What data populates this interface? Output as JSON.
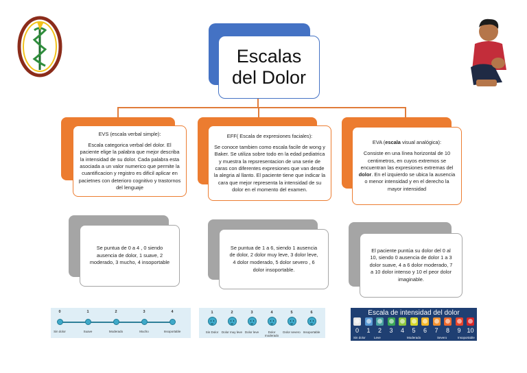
{
  "title": {
    "line1": "Escalas",
    "line2": "del Dolor"
  },
  "colors": {
    "accent": "#4472c4",
    "orange": "#ec7c30",
    "gray": "#a5a5a5"
  },
  "icons": [
    "caduceus-logo-icon",
    "child-in-pain-photo"
  ],
  "evs": {
    "heading": "EVS (escala verbal simple):",
    "description": "Escala categorica verbal del dolor. El paciente elige la palabra que mejor describa la intensidad de su dolor. Cada palabra esta asociada a un valor numerico que permite la cuantificacion y registro es dificil aplicar en pacietnes con deterioro cognitivo y trastornos del lenguaje",
    "scoring": "Se puntua de 0 a 4 , 0 siendo ausencia de dolor, 1 suave, 2 moderado, 3 mucho, 4 insoportable",
    "scale_numbers": [
      "0",
      "1",
      "2",
      "3",
      "4"
    ],
    "scale_labels": [
      "Sin dolor",
      "Suave",
      "Moderado",
      "Mucho",
      "Insoportable"
    ]
  },
  "eff": {
    "heading": "EFF( Escala de expresiones faciales):",
    "description": "Se conoce tambien como escala facile de wong y Baker. Se utiliza sobre todo en la edad pediatrica y muestra la repsresentacion de una serie de caras con diferentes expresiones que van  desde la alegria al llanto. El paciente tiene que indicar la cara que mejor representa la intensidad de su dolor en el momento del examen.",
    "scoring": "Se puntua de 1 a 6, siendo 1 ausencia de dolor, 2 dolor muy leve, 3 dolor leve, 4 dolor moderado, 5 dolor severo , 6 dolor insoportable.",
    "scale_numbers": [
      "1",
      "2",
      "3",
      "4",
      "5",
      "6"
    ],
    "scale_labels": [
      "Sin Dolor",
      "Dolor muy leve",
      "Dolor leve",
      "Dolor moderado",
      "Dolor severo",
      "Insoportable"
    ]
  },
  "eva": {
    "heading_pre": "EVA (",
    "heading_bold": "escala",
    "heading_post": " visual analógica):",
    "description_1": "Consiste en una línea horizontal de 10 centimetros, en cuyos extremos se encuentran las expresiones extremas del ",
    "description_bold": "dolor",
    "description_2": ". En el izquierdo se ubica la ausencia o menor intensidad y en el derecho la mayor intensidad",
    "scoring": "El paciente puntúa su dolor del 0 al 10, siendo 0 ausencia de dolor 1 a 3 dolor suave, 4 a 6 dolor moderado, 7 a 10 dolor intenso y 10 el peor dolor imaginable.",
    "scale_title": "Escala de intensidad del dolor",
    "scale_numbers": [
      "0",
      "1",
      "2",
      "3",
      "4",
      "5",
      "6",
      "7",
      "8",
      "9",
      "10"
    ],
    "scale_labels": [
      "Sin dolor",
      "Leve",
      "Moderado",
      "Severo",
      "Insoportable"
    ],
    "scale_colors": [
      "#e6e6e6",
      "#5b9bd5",
      "#4aa3a0",
      "#3aa657",
      "#8dc63f",
      "#d6d62a",
      "#f5b82a",
      "#f39231",
      "#ef6a2e",
      "#e8452c",
      "#d62728"
    ]
  }
}
